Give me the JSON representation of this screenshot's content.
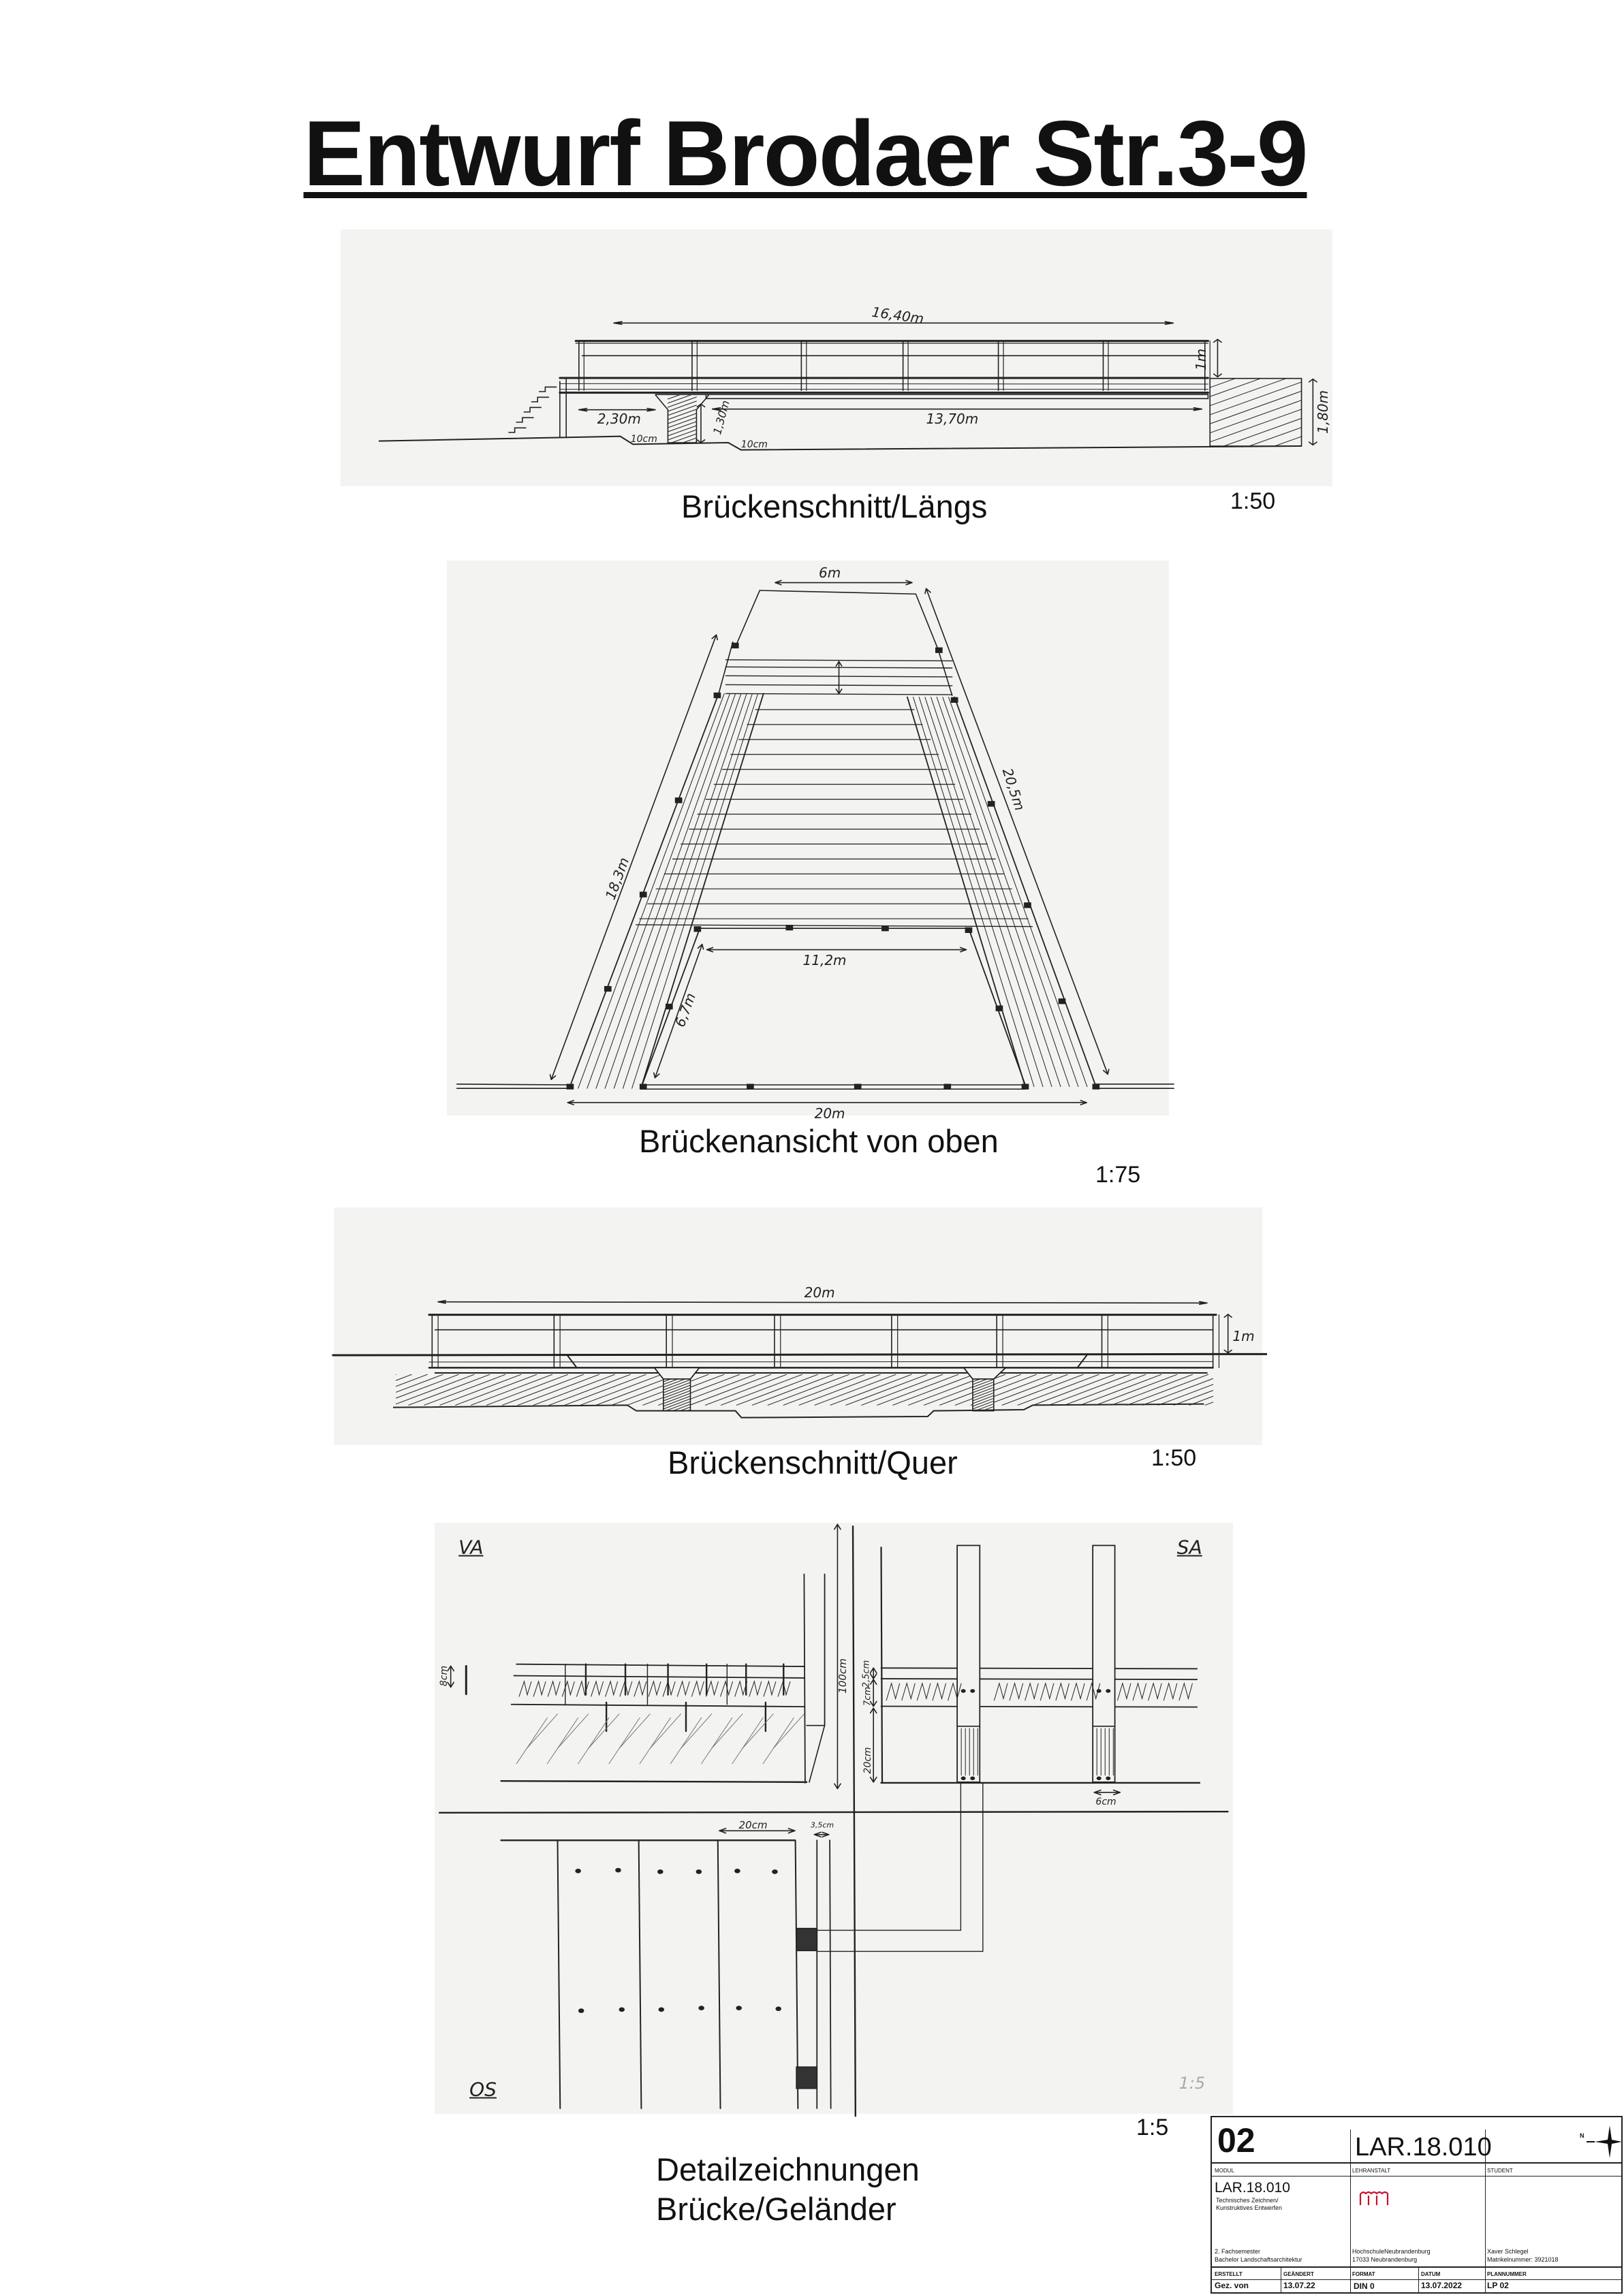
{
  "title": "Entwurf Brodaer Str.3-9",
  "drawings": [
    {
      "caption": "Brückenschnitt/Längs",
      "scale": "1:50",
      "labels": {
        "total_length": "16,40m",
        "left_span": "2,30m",
        "main_span": "13,70m",
        "railing_height": "1m",
        "abutment_height": "1,80m",
        "pier_height": "1,30m",
        "step_left": "10cm",
        "step_right": "10cm"
      }
    },
    {
      "caption": "Brückenansicht von oben",
      "scale": "1:75",
      "labels": {
        "top_width": "6m",
        "left_length": "18,3m",
        "right_length": "20,5m",
        "opening_width": "11,2m",
        "leg_length": "6,7m",
        "base_width": "20m"
      }
    },
    {
      "caption": "Brückenschnitt/Quer",
      "scale": "1:50",
      "labels": {
        "total_length": "20m",
        "railing_height": "1m"
      }
    },
    {
      "caption_lines": [
        "Detailzeichnungen",
        "Brücke/Geländer"
      ],
      "scale": "1:5",
      "labels": {
        "view_front": "VA",
        "view_side": "SA",
        "view_top": "OS",
        "inner_scale": "1:5",
        "post_height": "100cm",
        "rail_8": "8cm",
        "rail_25": "2,5cm",
        "rail_7": "7cm",
        "beam_20": "20cm",
        "post_width": "6cm",
        "board_width": "20cm",
        "gap": "3,5cm"
      }
    }
  ],
  "title_block": {
    "number": "02",
    "code": "LAR.18.010",
    "compass_label": "N",
    "modul_label": "MODUL",
    "lehranstalt_label": "LEHRANSTALT",
    "student_label": "STUDENT",
    "modul_code": "LAR.18.010",
    "modul_name_1": "Technisches Zeichnen/",
    "modul_name_2": "Kunstruktives Entwerfen",
    "semester": "2. Fachsemester",
    "program": "Bachelor Landschaftsarchitektur",
    "school": "HochschuleNeubrandenburg",
    "school_address": "17033 Neubrandenburg",
    "student_name": "Xaver Schlegel",
    "student_id": "Matrikelnummer: 3921018",
    "headers": [
      "ERSTELLT",
      "GEÄNDERT",
      "FORMAT",
      "DATUM",
      "PLANNUMMER"
    ],
    "values": [
      "Gez. von",
      "13.07.22",
      "DIN 0",
      "13.07.2022",
      "LP 02"
    ],
    "logo_color": "#c8102e"
  }
}
